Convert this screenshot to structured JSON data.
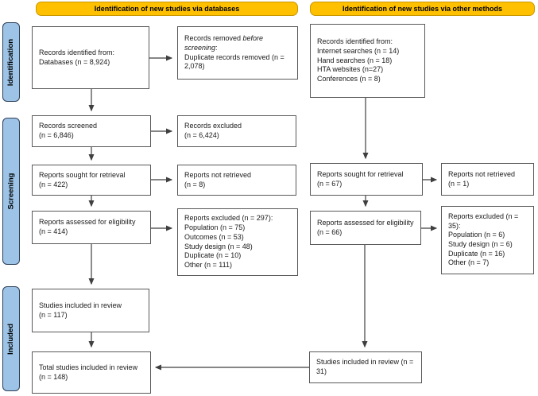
{
  "palette": {
    "header_bg": "#FFC000",
    "header_border": "#C99700",
    "sidebar_bg": "#9DC3E6",
    "sidebar_border": "#2E4057",
    "box_border": "#595959",
    "arrow_color": "#3F3F3F"
  },
  "headers": {
    "databases": "Identification of new studies via databases",
    "other_methods": "Identification of new studies via other methods"
  },
  "sidebar": {
    "identification": "Identification",
    "screening": "Screening",
    "included": "Included"
  },
  "boxes": {
    "records_identified_db": "Records identified from:\nDatabases (n = 8,924)",
    "records_removed": {
      "prefix": "Records removed ",
      "italic": "before screening",
      "suffix": ":",
      "line2": "Duplicate records removed  (n = 2,078)"
    },
    "records_identified_other": "Records identified from:\nInternet searches (n = 14)\nHand searches (n = 18)\nHTA websites (n=27)\nConferences (n = 8)",
    "records_screened": "Records screened\n(n = 6,846)",
    "records_excluded": "Records excluded\n(n = 6,424)",
    "reports_sought_db": "Reports sought for retrieval\n(n = 422)",
    "reports_not_retrieved_db": "Reports not retrieved\n(n = 8)",
    "reports_assessed_db": "Reports assessed for eligibility\n(n = 414)",
    "reports_excluded_db": "Reports excluded (n = 297):\nPopulation (n = 75)\nOutcomes (n = 53)\nStudy design (n = 48)\nDuplicate (n = 10)\nOther (n = 111)",
    "studies_included_db": "Studies included in review\n(n = 117)",
    "total_studies": "Total studies included in review\n(n = 148)",
    "reports_sought_other": "Reports sought for retrieval\n(n = 67)",
    "reports_not_retrieved_other": "Reports not retrieved\n(n = 1)",
    "reports_assessed_other": "Reports assessed for eligibility\n(n = 66)",
    "reports_excluded_other": "Reports excluded (n = 35):\nPopulation (n = 6)\nStudy design (n = 6)\nDuplicate (n = 16)\nOther (n = 7)",
    "studies_included_other": "Studies included in review (n =\n31)"
  }
}
